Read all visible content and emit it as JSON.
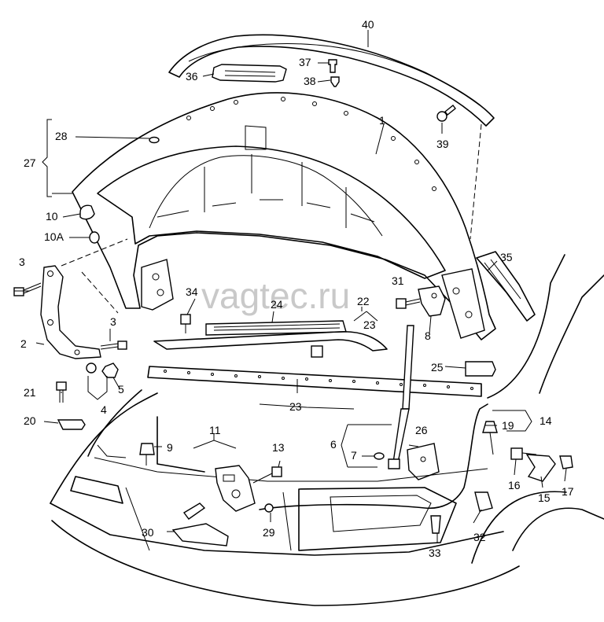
{
  "watermark": "vagtec.ru",
  "callouts": {
    "c1": "1",
    "c2": "2",
    "c3a": "3",
    "c3b": "3",
    "c4": "4",
    "c5": "5",
    "c6": "6",
    "c7": "7",
    "c8": "8",
    "c9": "9",
    "c10": "10",
    "c10a": "10A",
    "c11": "11",
    "c13": "13",
    "c14": "14",
    "c15": "15",
    "c16": "16",
    "c17": "17",
    "c19": "19",
    "c20": "20",
    "c21": "21",
    "c22": "22",
    "c23a": "23",
    "c23b": "23",
    "c24": "24",
    "c25": "25",
    "c26": "26",
    "c27": "27",
    "c28": "28",
    "c29": "29",
    "c30": "30",
    "c31": "31",
    "c32": "32",
    "c33": "33",
    "c34": "34",
    "c35": "35",
    "c36": "36",
    "c37": "37",
    "c38": "38",
    "c39": "39",
    "c40": "40"
  }
}
